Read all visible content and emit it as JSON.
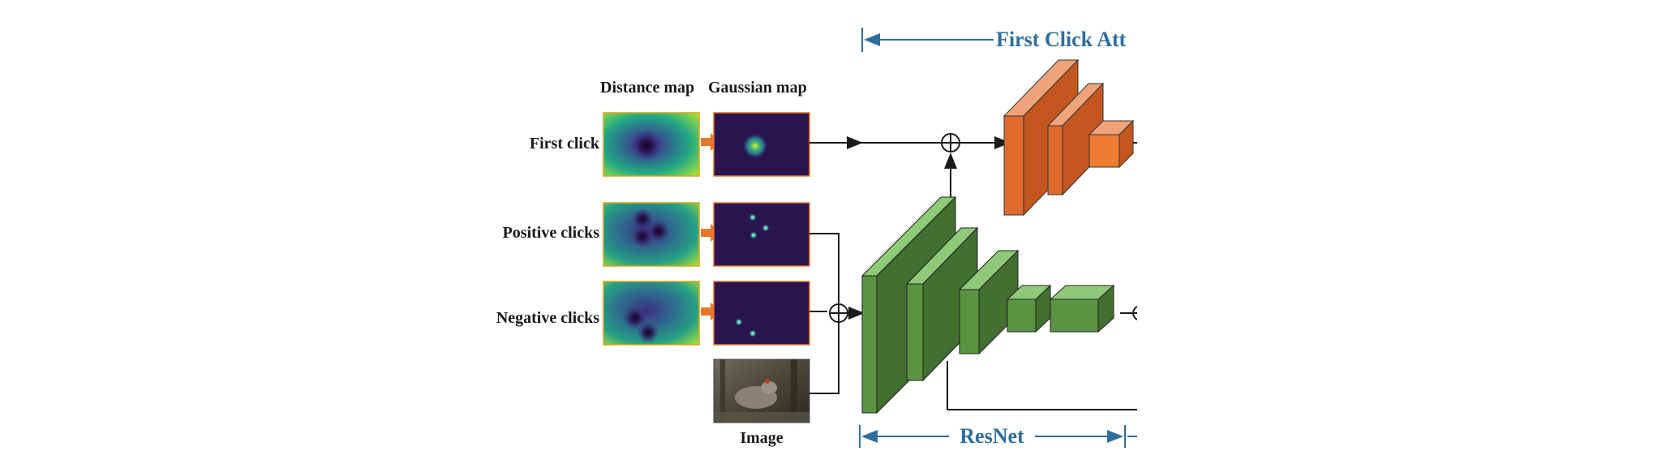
{
  "labels": {
    "distance_map": "Distance map",
    "gaussian_map": "Gaussian map",
    "first_click": "First click",
    "positive_clicks": "Positive clicks",
    "negative_clicks": "Negative clicks",
    "image": "Image",
    "first_click_attention": "First Click Att",
    "resnet": "ResNet"
  },
  "colors": {
    "blue_annotation": "#2e6e9e",
    "orange_block": "#e0692e",
    "green_block": "#5a9441",
    "gaussian_bg": "#2a1450",
    "arrow_orange": "#e8772e"
  }
}
